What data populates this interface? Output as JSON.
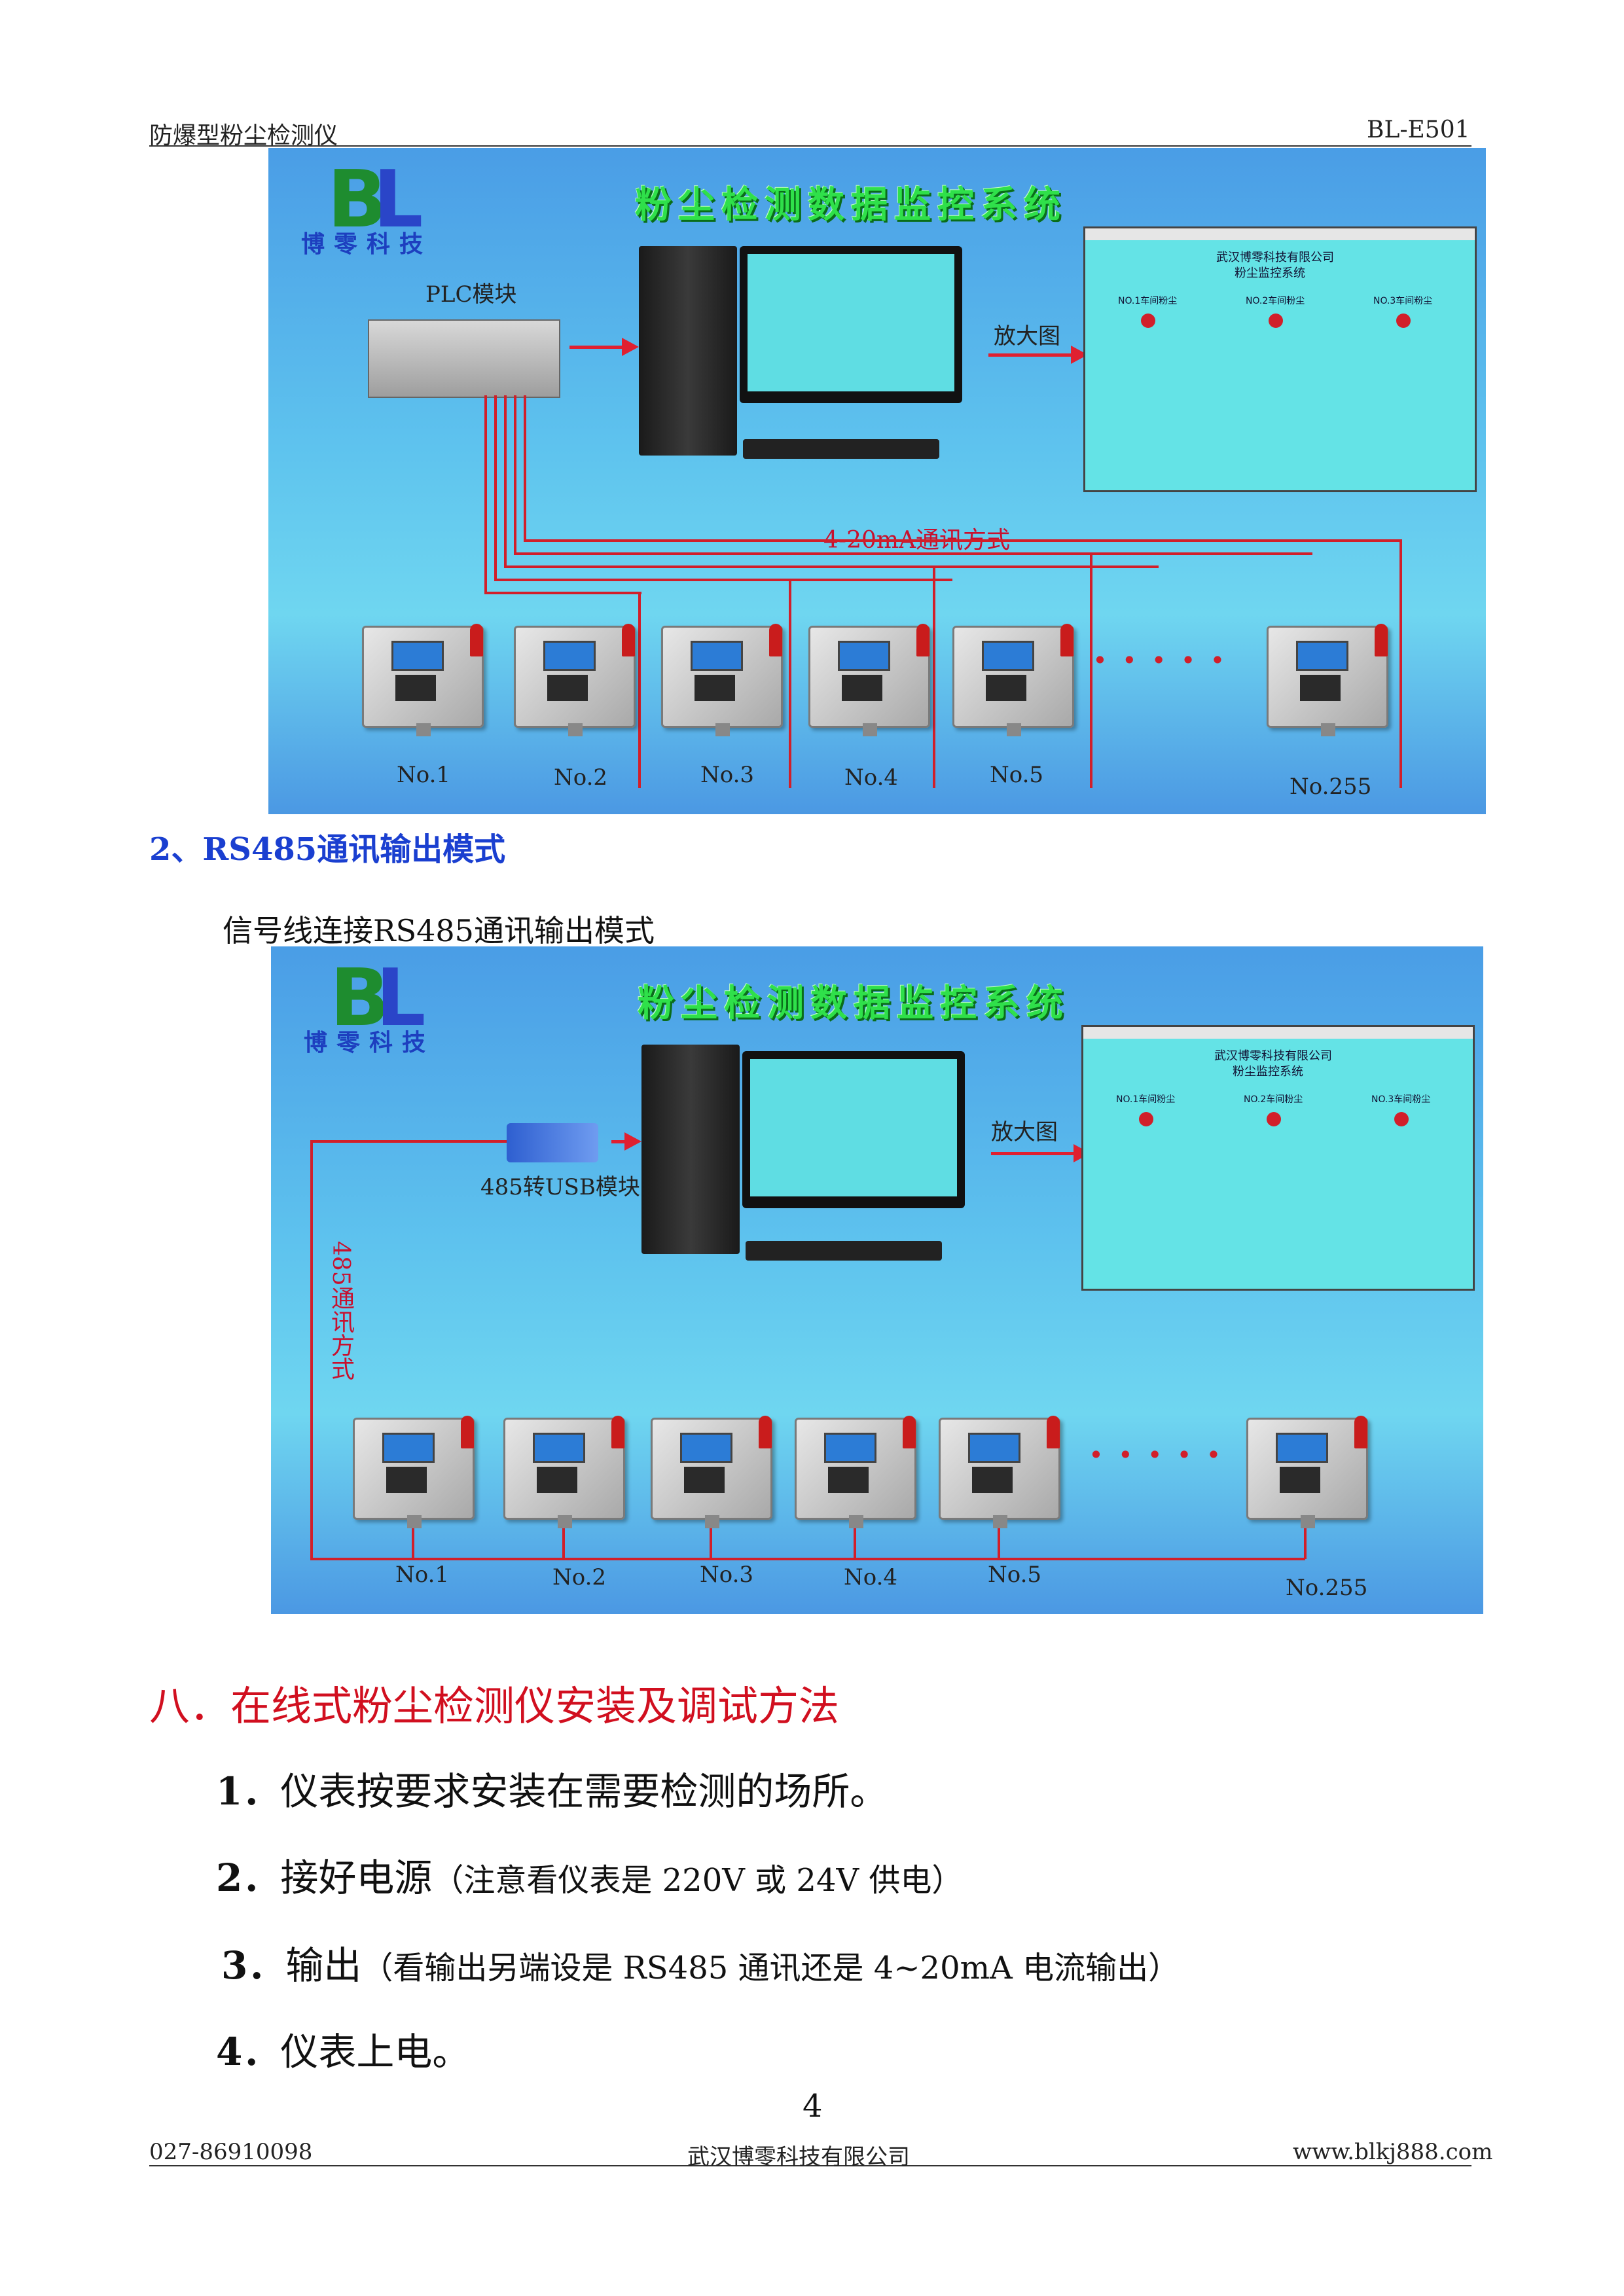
{
  "header": {
    "left": "防爆型粉尘检测仪",
    "right": "BL-E501"
  },
  "figure1": {
    "title": "粉尘检测数据监控系统",
    "logo_letters": "BL",
    "logo_text": "博零科技",
    "plc_label": "PLC模块",
    "zoom_label": "放大图",
    "comm_label": "4-20mA通讯方式",
    "dots": "·····",
    "devices": [
      "No.1",
      "No.2",
      "No.3",
      "No.4",
      "No.5",
      "No.255"
    ],
    "screen": {
      "company": "武汉博零科技有限公司",
      "system": "粉尘监控系统",
      "rooms": [
        "NO.1车间粉尘",
        "NO.2车间粉尘",
        "NO.3车间粉尘"
      ]
    }
  },
  "section2": {
    "title": "2、RS485通讯输出模式",
    "subtitle": "信号线连接RS485通讯输出模式"
  },
  "figure2": {
    "title": "粉尘检测数据监控系统",
    "logo_letters": "BL",
    "logo_text": "博零科技",
    "usb_label": "485转USB模块",
    "zoom_label": "放大图",
    "comm_label": "485通讯方式",
    "dots": "·····",
    "devices": [
      "No.1",
      "No.2",
      "No.3",
      "No.4",
      "No.5",
      "No.255"
    ],
    "screen": {
      "company": "武汉博零科技有限公司",
      "system": "粉尘监控系统",
      "rooms": [
        "NO.1车间粉尘",
        "NO.2车间粉尘",
        "NO.3车间粉尘"
      ]
    }
  },
  "section8": {
    "title": "八．在线式粉尘检测仪安装及调试方法",
    "steps": [
      {
        "num": "1．",
        "text": "仪表按要求安装在需要检测的场所。",
        "note": ""
      },
      {
        "num": "2．",
        "text": "接好电源",
        "note": "（注意看仪表是 220V 或 24V 供电）"
      },
      {
        "num": "3．",
        "text": "输出",
        "note": "（看输出另端设是 RS485 通讯还是 4~20mA 电流输出）"
      },
      {
        "num": "4．",
        "text": "仪表上电。",
        "note": ""
      }
    ]
  },
  "page_number": "4",
  "footer": {
    "phone": "027-86910098",
    "company": "武汉博零科技有限公司",
    "website": "www.blkj888.com"
  }
}
